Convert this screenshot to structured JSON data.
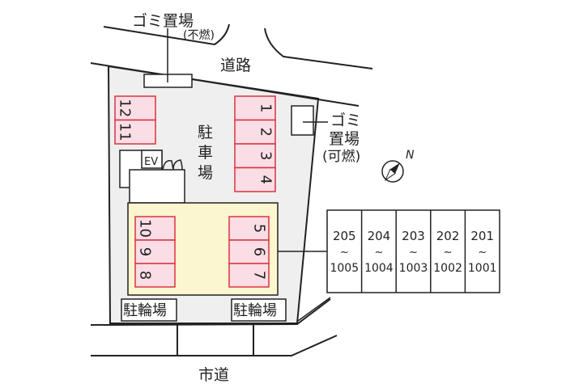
{
  "labels": {
    "trash_top": "ゴミ置場",
    "trash_top_kind": "(不燃)",
    "road_top": "道路",
    "parking": [
      "駐",
      "車",
      "場"
    ],
    "trash_right_1": "ゴミ",
    "trash_right_2": "置場",
    "trash_right_3": "(可燃)",
    "ev": "EV",
    "bike_left": "駐輪場",
    "bike_right": "駐輪場",
    "road_bottom": "市道",
    "compass": "N"
  },
  "parking_spaces": {
    "top_left": [
      "12",
      "11"
    ],
    "top_right": [
      "1",
      "2",
      "3",
      "4"
    ],
    "bottom_left": [
      "10",
      "9",
      "8"
    ],
    "bottom_right": [
      "5",
      "6",
      "7"
    ]
  },
  "building_units": [
    {
      "top": "205",
      "sep": "~",
      "bottom": "1005"
    },
    {
      "top": "204",
      "sep": "~",
      "bottom": "1004"
    },
    {
      "top": "203",
      "sep": "~",
      "bottom": "1003"
    },
    {
      "top": "202",
      "sep": "~",
      "bottom": "1002"
    },
    {
      "top": "201",
      "sep": "~",
      "bottom": "1001"
    }
  ],
  "colors": {
    "lot": "#efefef",
    "building_footprint": "#fbf6cf",
    "parking_fill": "#fbdde6",
    "parking_stroke": "#d9343f",
    "line": "#222222"
  }
}
